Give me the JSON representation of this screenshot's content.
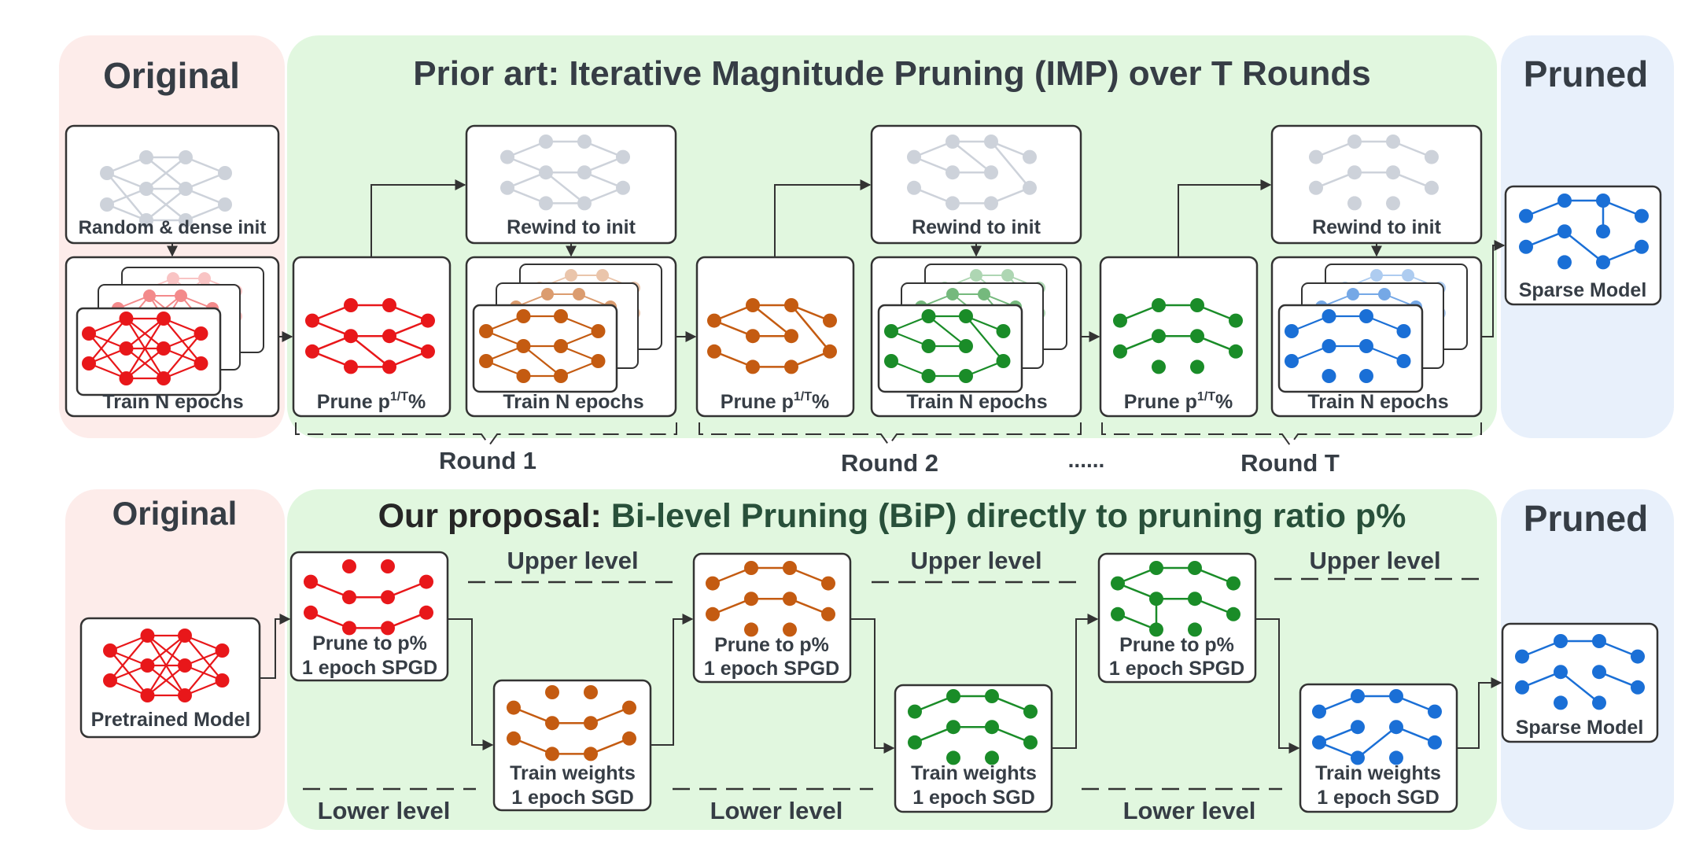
{
  "top": {
    "original_title": "Original",
    "main_title": "Prior art: Iterative Magnitude Pruning (IMP) over T Rounds",
    "pruned_title": "Pruned",
    "init_label": "Random & dense init",
    "train_label": "Train N epochs",
    "rewind_label": "Rewind to init",
    "prune_label": "Prune p",
    "prune_sup": "1/T",
    "prune_suffix": "%",
    "sparse_label": "Sparse Model",
    "rounds": [
      "Round 1",
      "Round 2",
      "Round T"
    ],
    "ellipsis": "......"
  },
  "bottom": {
    "original_title": "Original",
    "main_title_prefix": "Our proposal:",
    "main_title_rest": " Bi-level Pruning (BiP) directly to pruning ratio p%",
    "pruned_title": "Pruned",
    "pretrained_label": "Pretrained Model",
    "prune_line1": "Prune to p%",
    "prune_line2": "1 epoch SPGD",
    "train_line1": "Train weights",
    "train_line2": "1 epoch SGD",
    "upper_level": "Upper level",
    "lower_level": "Lower level",
    "sparse_label": "Sparse Model"
  },
  "colors": {
    "original_bg": "#fdecea",
    "process_bg": "#e1f7df",
    "pruned_bg": "#e8f0fb",
    "title_text": "#363d45",
    "gray_net": "#cdd2da",
    "red": "#e8171a",
    "orange": "#c45b11",
    "green": "#1a8c28",
    "blue": "#1a6fd6"
  }
}
